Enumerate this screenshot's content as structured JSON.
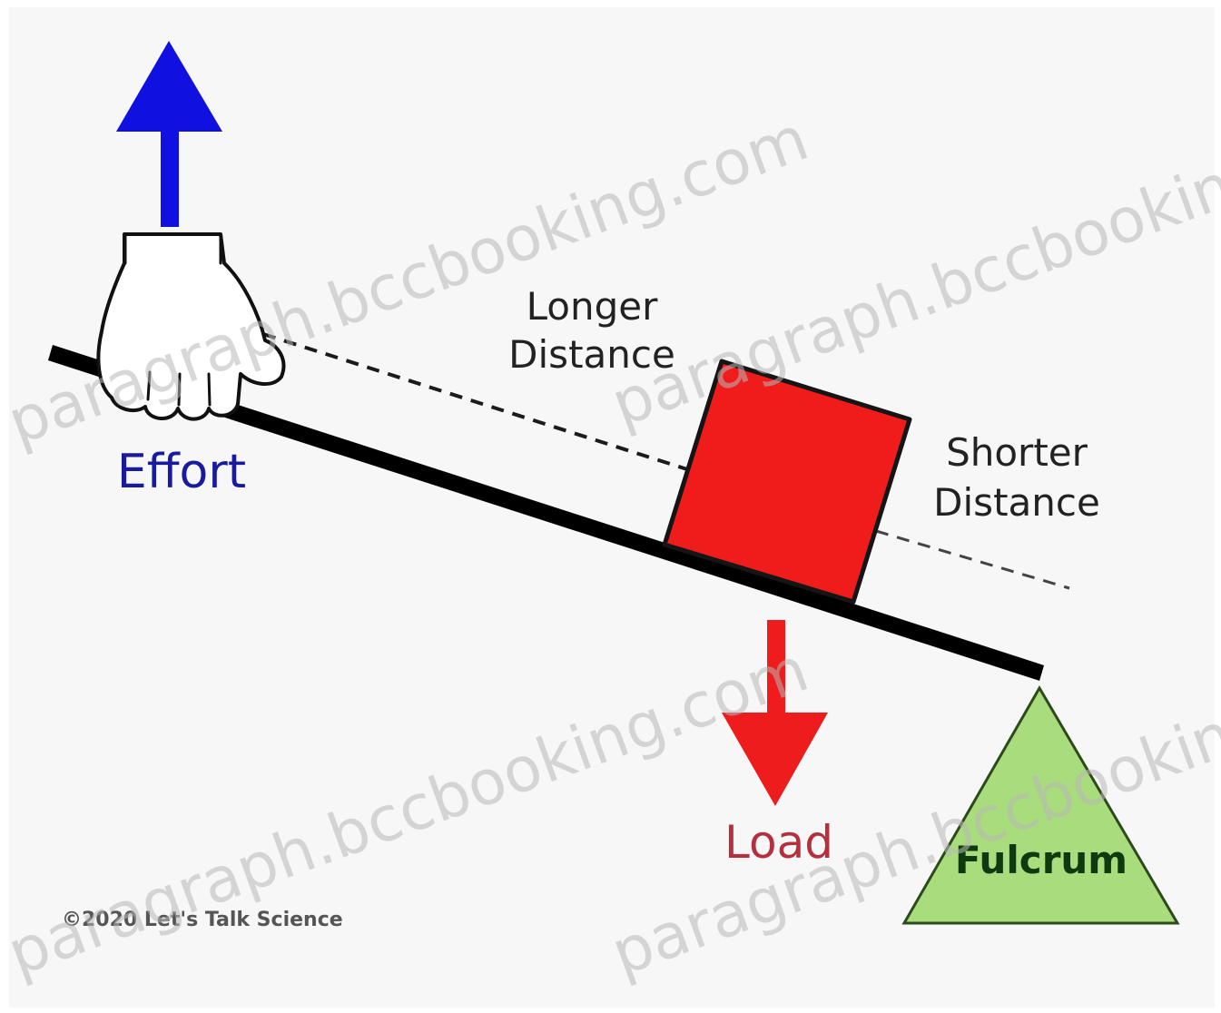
{
  "labels": {
    "effort": "Effort",
    "longer_distance_line1": "Longer",
    "longer_distance_line2": "Distance",
    "shorter_distance_line1": "Shorter",
    "shorter_distance_line2": "Distance",
    "load": "Load",
    "fulcrum": "Fulcrum",
    "copyright": "©2020 Let's Talk Science"
  },
  "watermark": {
    "text": "paragraph.bccbooking.com"
  },
  "colors": {
    "background": "#f7f7f7",
    "lever": "#000000",
    "effort_arrow": "#1010e0",
    "effort_text": "#1a1a9e",
    "load_box": "#f01c1c",
    "load_arrow": "#ee1c1c",
    "load_text": "#b5303f",
    "fulcrum_fill": "#a9dc7c",
    "fulcrum_text": "#0e3a10",
    "label_text": "#222222",
    "watermark": "#b8b8b8"
  },
  "icons": {
    "hand": "hand-icon",
    "effort_arrow": "up-arrow-icon",
    "load_arrow": "down-arrow-icon"
  }
}
